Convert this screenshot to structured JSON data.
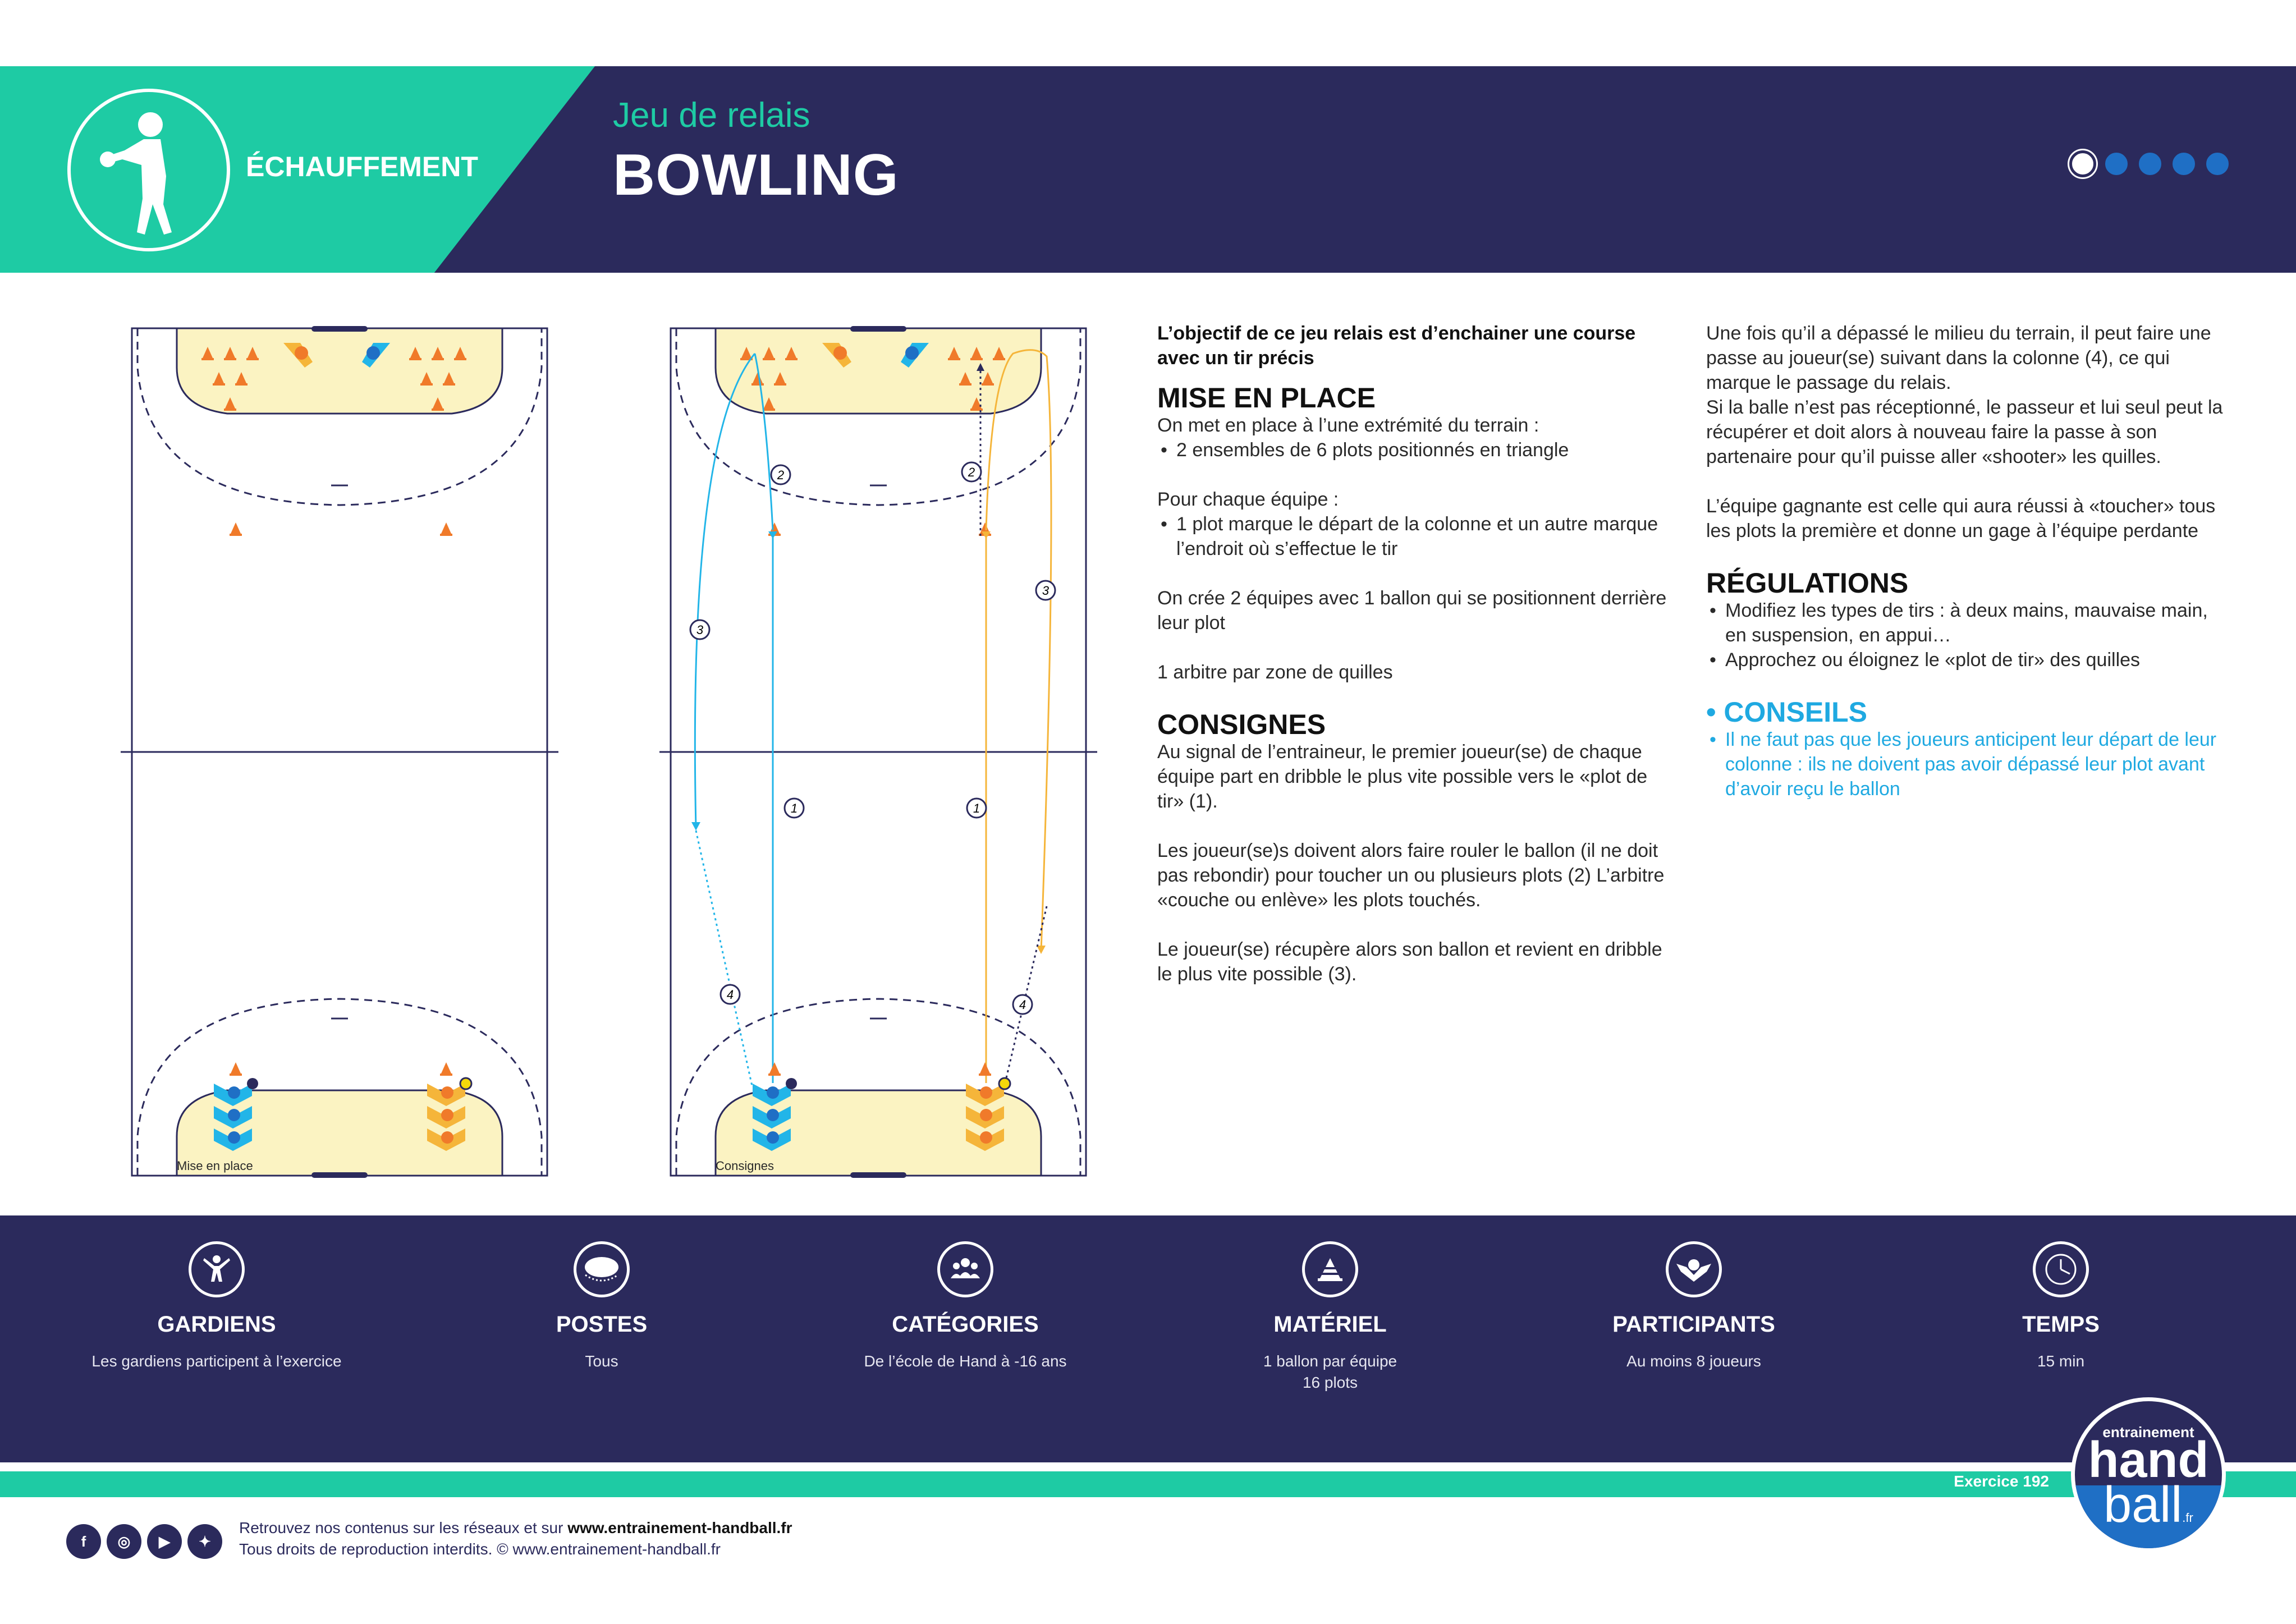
{
  "header": {
    "category": "ÉCHAUFFEMENT",
    "subtitle": "Jeu de relais",
    "title": "BOWLING",
    "difficulty": {
      "filled": 1,
      "total": 5
    }
  },
  "diagrams": [
    {
      "caption": "Mise en place"
    },
    {
      "caption": "Consignes"
    }
  ],
  "diagram_labels": {
    "step1": "1",
    "step2": "2",
    "step3": "3",
    "step4": "4"
  },
  "content": {
    "intro": "L’objectif de ce jeu relais est d’enchainer une course avec un tir précis",
    "mise_en_place": {
      "title": "MISE EN PLACE",
      "text1": "On met en place à l’une extrémité du terrain :",
      "bullet1": "2 ensembles de 6 plots positionnés en triangle",
      "text2": "Pour chaque équipe :",
      "bullet2": "1 plot marque le départ de la colonne et un autre marque l’endroit où s’effectue le tir",
      "text3": "On crée 2 équipes avec 1 ballon qui se positionnent derrière leur plot",
      "text4": "1 arbitre par zone de quilles"
    },
    "consignes": {
      "title": "CONSIGNES",
      "p1": "Au signal de l’entraineur, le premier joueur(se) de chaque équipe part en dribble le plus vite possible vers le «plot de tir» (1).",
      "p2": "Les joueur(se)s doivent alors faire rouler le ballon (il ne doit pas rebondir) pour toucher un ou plusieurs plots (2) L’arbitre «couche ou enlève» les plots touchés.",
      "p3": "Le joueur(se) récupère alors son ballon et revient en dribble le plus vite possible (3).",
      "p4": "Une fois qu’il a dépassé le milieu du terrain, il peut faire une passe au joueur(se) suivant dans la colonne (4), ce qui marque le passage du relais.",
      "p5": "Si la balle n’est pas réceptionné, le passeur et lui seul peut la récupérer et doit alors à nouveau faire la passe à son partenaire pour qu’il puisse aller «shooter» les quilles.",
      "p6": "L’équipe gagnante est celle qui aura réussi à «toucher» tous les plots la première et donne un gage à l’équipe perdante"
    },
    "regulations": {
      "title": "RÉGULATIONS",
      "bullet1": "Modifiez les types de tirs : à deux mains, mauvaise main, en suspension, en appui…",
      "bullet2": "Approchez ou éloignez le «plot de tir» des quilles"
    },
    "conseils": {
      "title": "CONSEILS",
      "bullet1": "Il ne faut pas que les joueurs anticipent leur départ de leur colonne : ils ne doivent pas avoir dépassé leur plot avant d’avoir reçu le ballon"
    }
  },
  "info": [
    {
      "icon": "goalkeeper-icon",
      "label": "GARDIENS",
      "text": "Les gardiens participent à l’exercice"
    },
    {
      "icon": "court-positions-icon",
      "label": "POSTES",
      "text": "Tous"
    },
    {
      "icon": "group-icon",
      "label": "CATÉGORIES",
      "text": "De l’école de Hand à -16 ans"
    },
    {
      "icon": "cones-icon",
      "label": "MATÉRIEL",
      "text": "1 ballon par équipe",
      "text2": "16 plots"
    },
    {
      "icon": "players-icon",
      "label": "PARTICIPANTS",
      "text": "Au moins 8 joueurs"
    },
    {
      "icon": "clock-icon",
      "label": "TEMPS",
      "text": "15 min"
    }
  ],
  "exercise": {
    "label": "Exercice",
    "number": "192"
  },
  "brand": {
    "line1": "entrainement",
    "line2": "hand",
    "line3": "ball",
    "tld": ".fr"
  },
  "footer": {
    "line1_prefix": "Retrouvez nos contenus sur les réseaux et sur ",
    "line1_link": "www.entrainement-handball.fr",
    "line2": "Tous droits de reproduction interdits. © www.entrainement-handball.fr"
  },
  "social": [
    {
      "icon": "facebook-icon",
      "glyph": "f"
    },
    {
      "icon": "instagram-icon",
      "glyph": "◎"
    },
    {
      "icon": "youtube-icon",
      "glyph": "▶"
    },
    {
      "icon": "twitter-icon",
      "glyph": "✦"
    }
  ],
  "colors": {
    "navy": "#2b2a5c",
    "green": "#1ecba4",
    "blue": "#1fa9e1",
    "orange": "#f5b53a",
    "zone": "#fbf3c2"
  }
}
